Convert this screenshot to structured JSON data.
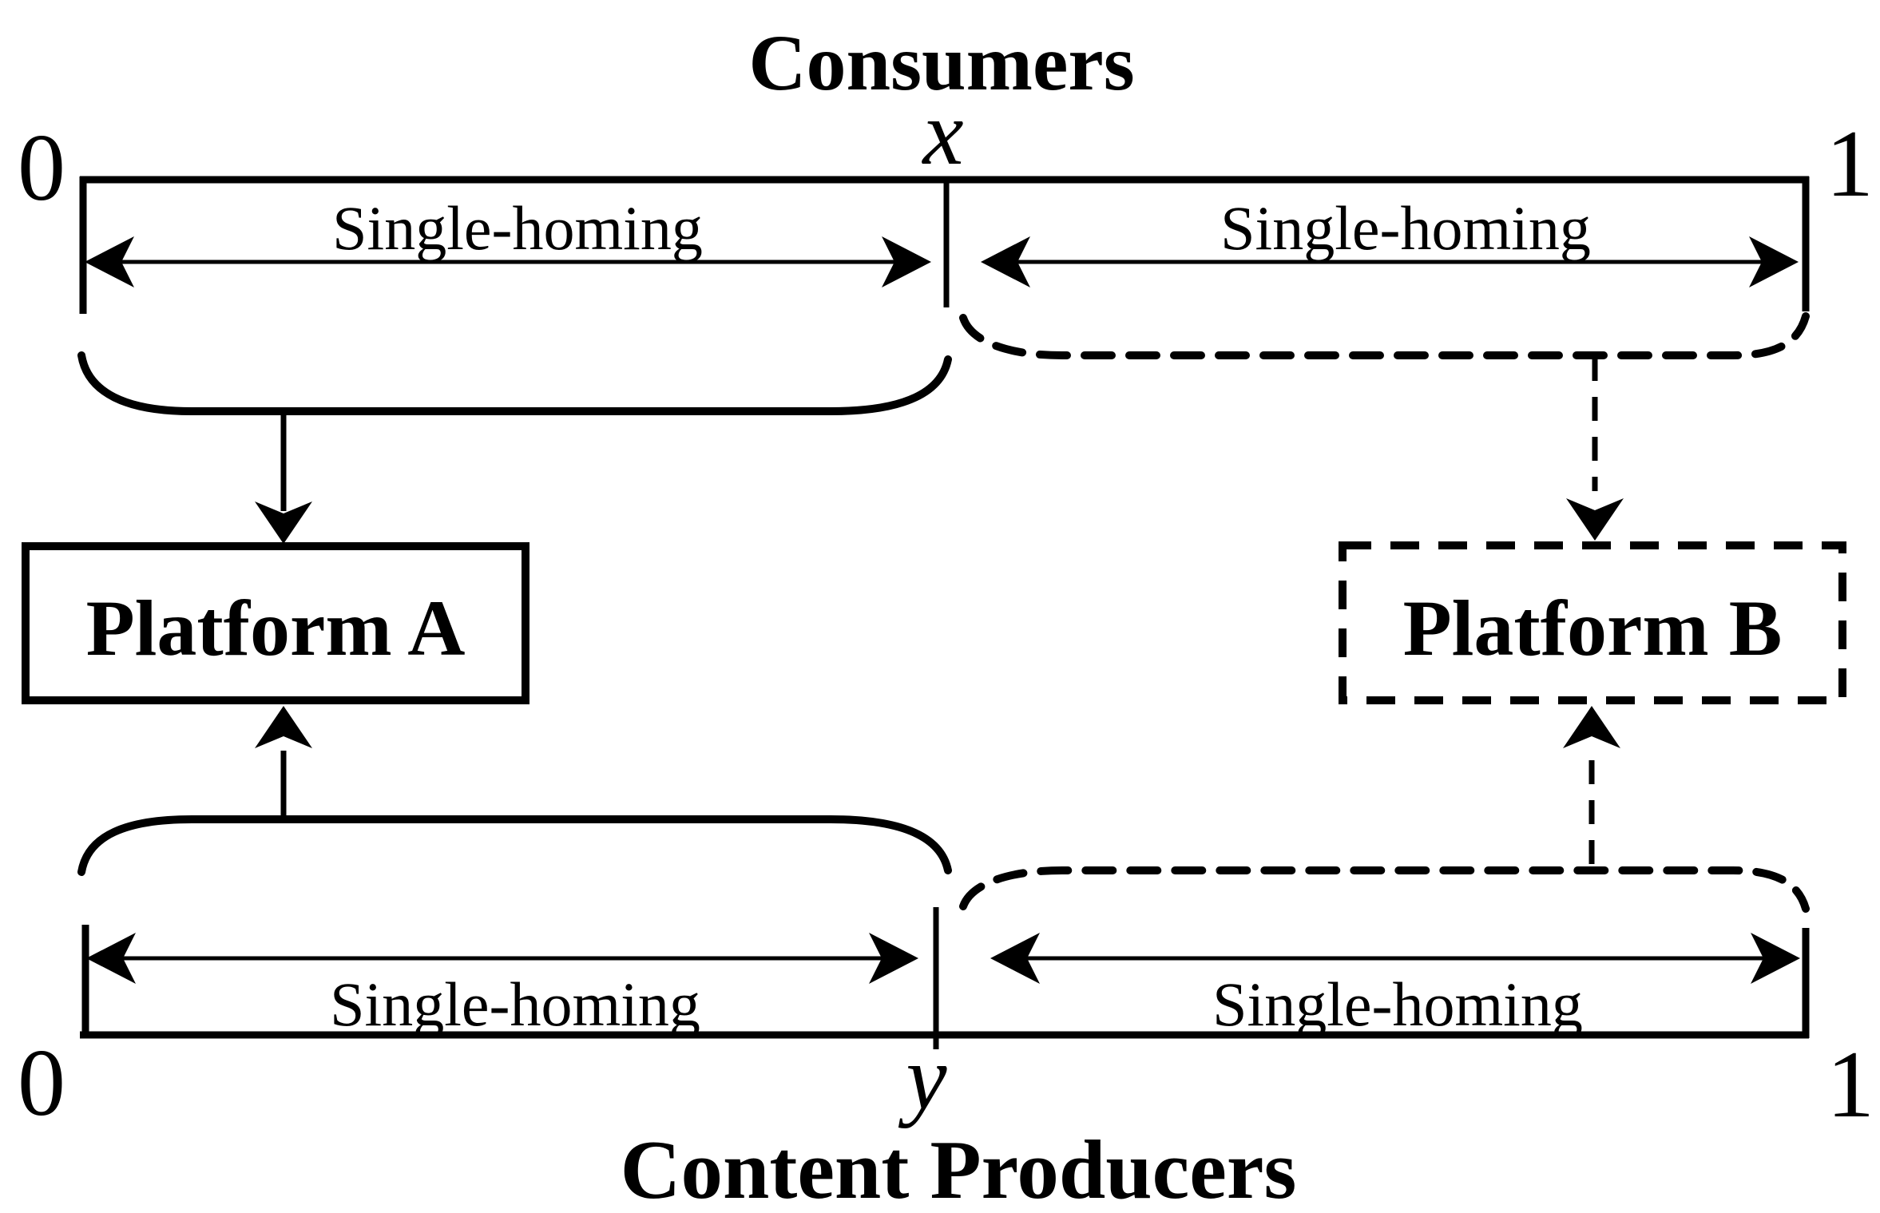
{
  "titles": {
    "consumers": "Consumers",
    "content_producers": "Content Producers"
  },
  "consumers_line": {
    "left_endpoint": "0",
    "right_endpoint": "1",
    "division_point": "x",
    "left_segment_label": "Single-homing",
    "right_segment_label": "Single-homing"
  },
  "producers_line": {
    "left_endpoint": "0",
    "right_endpoint": "1",
    "division_point": "y",
    "left_segment_label": "Single-homing",
    "right_segment_label": "Single-homing"
  },
  "platforms": {
    "a": {
      "label": "Platform A",
      "border_style": "solid"
    },
    "b": {
      "label": "Platform B",
      "border_style": "dashed"
    }
  },
  "colors": {
    "ink": "#000000",
    "background": "#ffffff"
  }
}
